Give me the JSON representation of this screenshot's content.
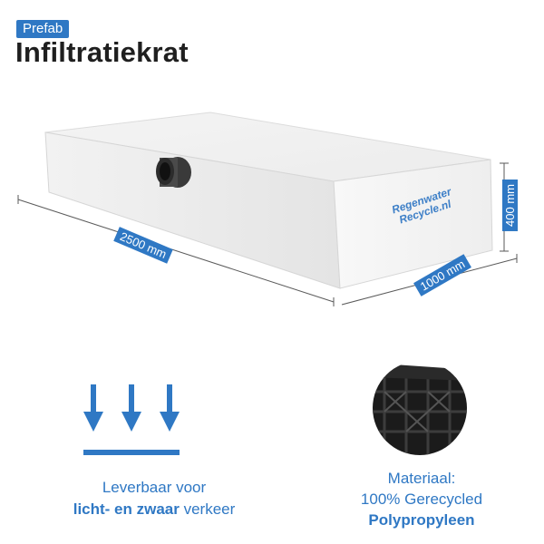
{
  "header": {
    "badge": "Prefab",
    "title": "Infiltratiekrat"
  },
  "product": {
    "dimensions": {
      "length": "2500 mm",
      "width": "1000 mm",
      "height": "400 mm"
    },
    "logo_line1": "Regenwater",
    "logo_line2": "Recycle.nl"
  },
  "features": {
    "load": {
      "line1": "Leverbaar voor",
      "line2_bold": "licht- en zwaar",
      "line2_rest": " verkeer"
    },
    "material": {
      "line1": "Materiaal:",
      "line2": "100% Gerecycled",
      "line3_bold": "Polypropyleen"
    }
  },
  "colors": {
    "accent": "#2f78c4"
  },
  "icons": [
    "down-arrows-icon",
    "crate-photo"
  ]
}
